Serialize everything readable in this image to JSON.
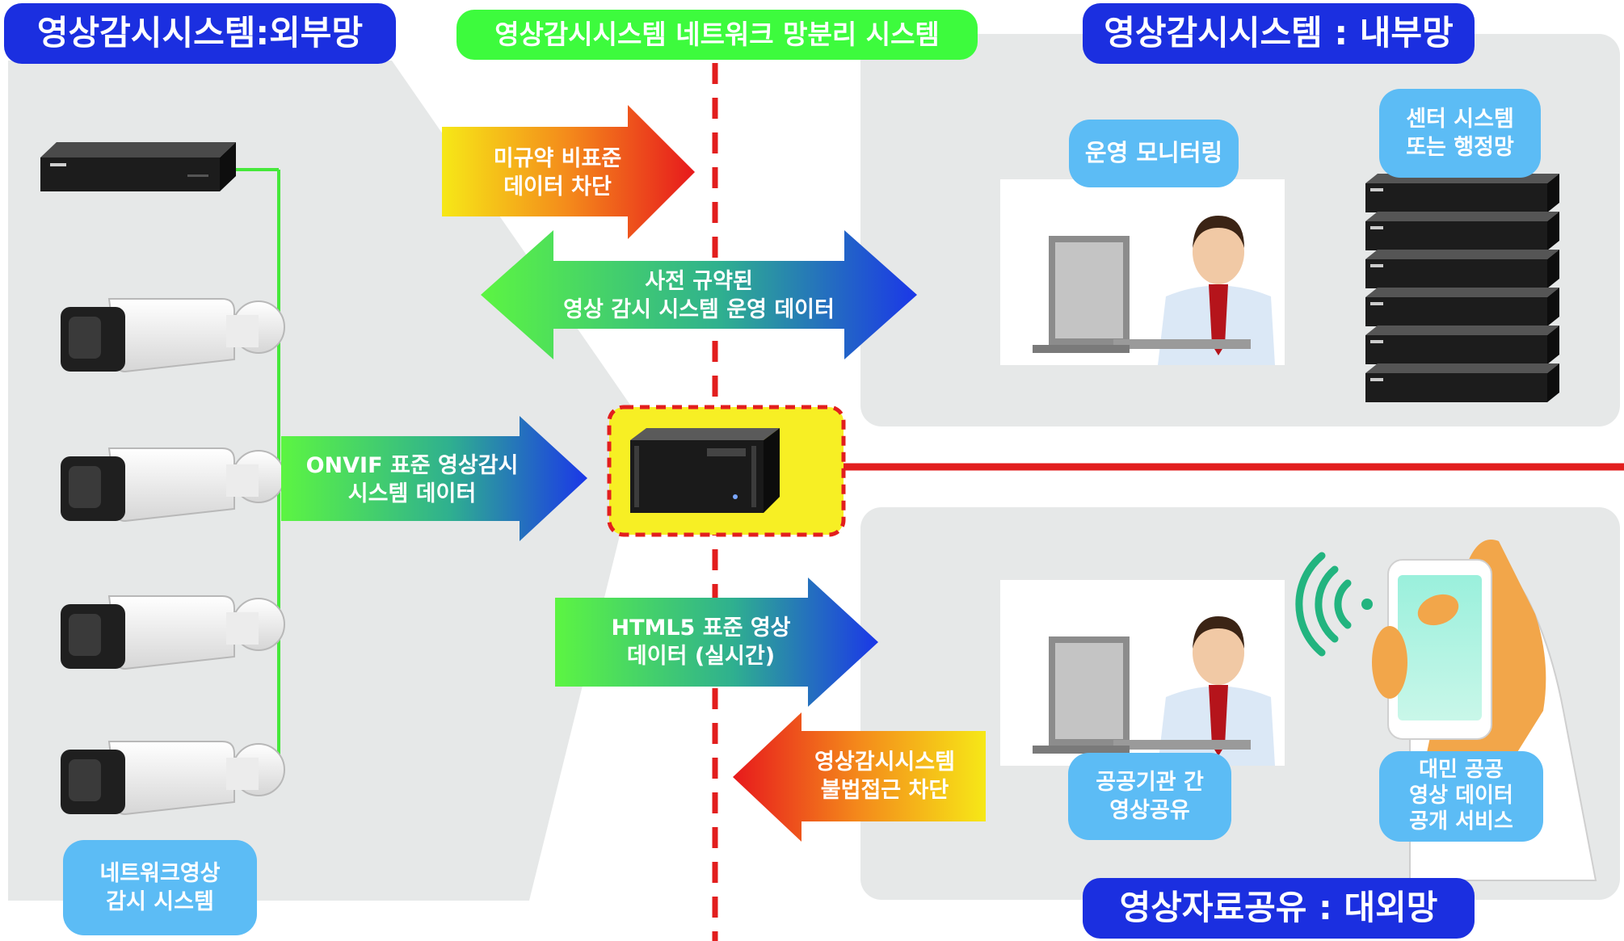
{
  "titles": {
    "external": "영상감시시스템:외부망",
    "center": "영상감시시스템 네트워크 망분리 시스템",
    "internal": "영상감시시스템 : 내부망",
    "public": "영상자료공유 : 대외망"
  },
  "arrows": {
    "block_nonstandard": "미규약 비표준\n데이터 차단",
    "predefined": "사전 규약된\n영상 감시 시스템 운영 데이터",
    "onvif": "ONVIF 표준 영상감시\n시스템 데이터",
    "html5": "HTML5 표준 영상\n데이터 (실시간)",
    "block_illegal": "영상감시시스템\n불법접근 차단"
  },
  "labels": {
    "monitoring": "운영 모니터링",
    "center_system": "센터 시스템\n또는 행정망",
    "network_cctv": "네트워크영상\n감시 시스템",
    "agency_share": "공공기관 간\n영상공유",
    "public_service": "대민 공공\n영상 데이터\n공개 서비스"
  },
  "colors": {
    "title_blue": "#1b2fe0",
    "title_green": "#3dfb3d",
    "label_blue": "#5cbcf5",
    "zone_gray": "#e6e8e8",
    "divider_red": "#e21e1e",
    "device_highlight": "#f7ef24"
  },
  "icons": [
    "nvr-recorder-icon",
    "bullet-camera-icon",
    "server-box-icon",
    "operator-pc-icon",
    "server-rack-icon",
    "smartphone-hand-icon",
    "wifi-signal-icon"
  ]
}
